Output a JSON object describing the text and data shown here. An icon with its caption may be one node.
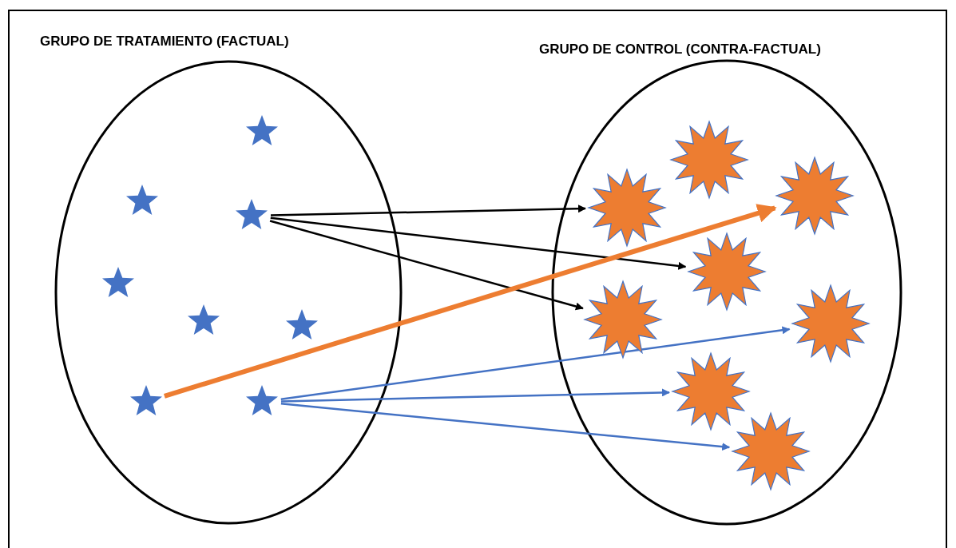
{
  "diagram": {
    "nodes": [
      {
        "text": [
          "GRUPO DE TRATAMIENTO (FACTUAL)"
        ]
      },
      {
        "text": [],
        "shape": "star",
        "in": 0
      },
      {
        "text": [],
        "shape": "star",
        "in": 0
      },
      {
        "text": [],
        "shape": "star",
        "in": 0
      },
      {
        "text": [],
        "shape": "star",
        "in": 0
      },
      {
        "text": [],
        "shape": "star",
        "in": 0
      },
      {
        "text": [],
        "shape": "star",
        "in": 0
      },
      {
        "text": [],
        "shape": "star",
        "in": 0
      },
      {
        "text": [],
        "shape": "star",
        "in": 0
      },
      {
        "text": [
          "GRUPO DE CONTROL (CONTRA-FACTUAL)"
        ]
      },
      {
        "text": [],
        "shape": "burst",
        "in": 9
      },
      {
        "text": [],
        "shape": "burst",
        "in": 9
      },
      {
        "text": [],
        "shape": "burst",
        "in": 9
      },
      {
        "text": [],
        "shape": "burst",
        "in": 9
      },
      {
        "text": [],
        "shape": "burst",
        "in": 9
      },
      {
        "text": [],
        "shape": "burst",
        "in": 9
      },
      {
        "text": [],
        "shape": "burst",
        "in": 9
      },
      {
        "text": [],
        "shape": "burst",
        "in": 9
      }
    ],
    "edges": [
      {
        "from": 3,
        "to": 12,
        "arrow": "to",
        "color": "#000000"
      },
      {
        "from": 3,
        "to": 13,
        "arrow": "to",
        "color": "#000000"
      },
      {
        "from": 3,
        "to": 14,
        "arrow": "to",
        "color": "#000000"
      },
      {
        "from": 7,
        "to": 11,
        "arrow": "to",
        "style": "thick",
        "color": "#ed7d31"
      },
      {
        "from": 8,
        "to": 15,
        "arrow": "to",
        "color": "#4472c4"
      },
      {
        "from": 8,
        "to": 16,
        "arrow": "to",
        "color": "#4472c4"
      },
      {
        "from": 8,
        "to": 17,
        "arrow": "to",
        "color": "#4472c4"
      }
    ]
  }
}
